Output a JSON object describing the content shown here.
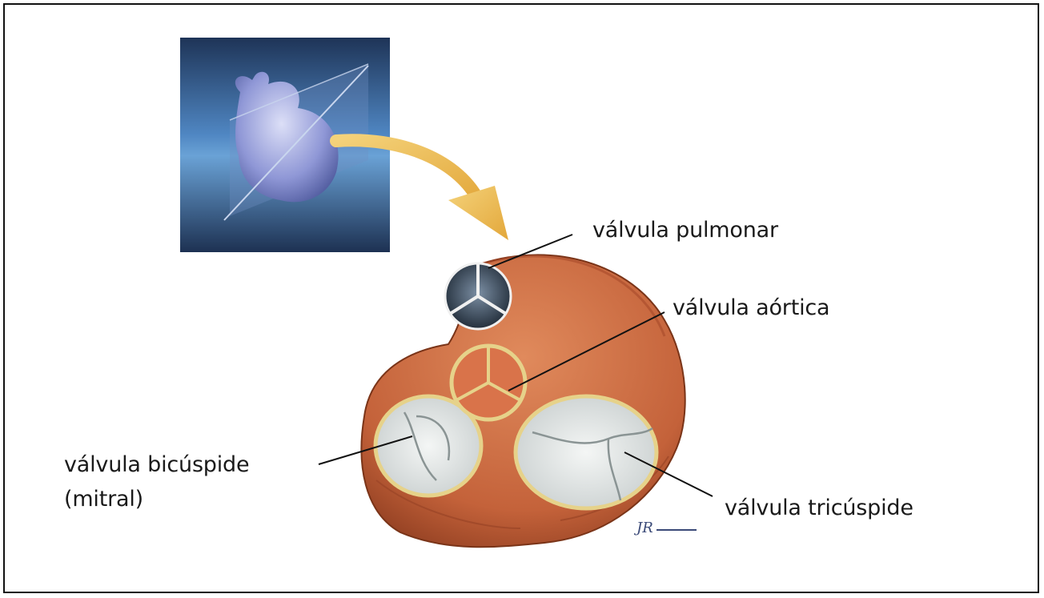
{
  "labels": {
    "pulmonar": "válvula pulmonar",
    "aortica": "válvula aórtica",
    "bicuspide_line1": "válvula bicúspide",
    "bicuspide_line2": "(mitral)",
    "tricuspide": "válvula tricúspide"
  },
  "signature": "JR",
  "colors": {
    "inset_blue": "#3f6fa8",
    "heart_tissue": "#c9673c",
    "valve_leaflet": "#e8ecec",
    "arrow": "#e8b84a",
    "pulmonary_valve": "#2d3a48"
  }
}
